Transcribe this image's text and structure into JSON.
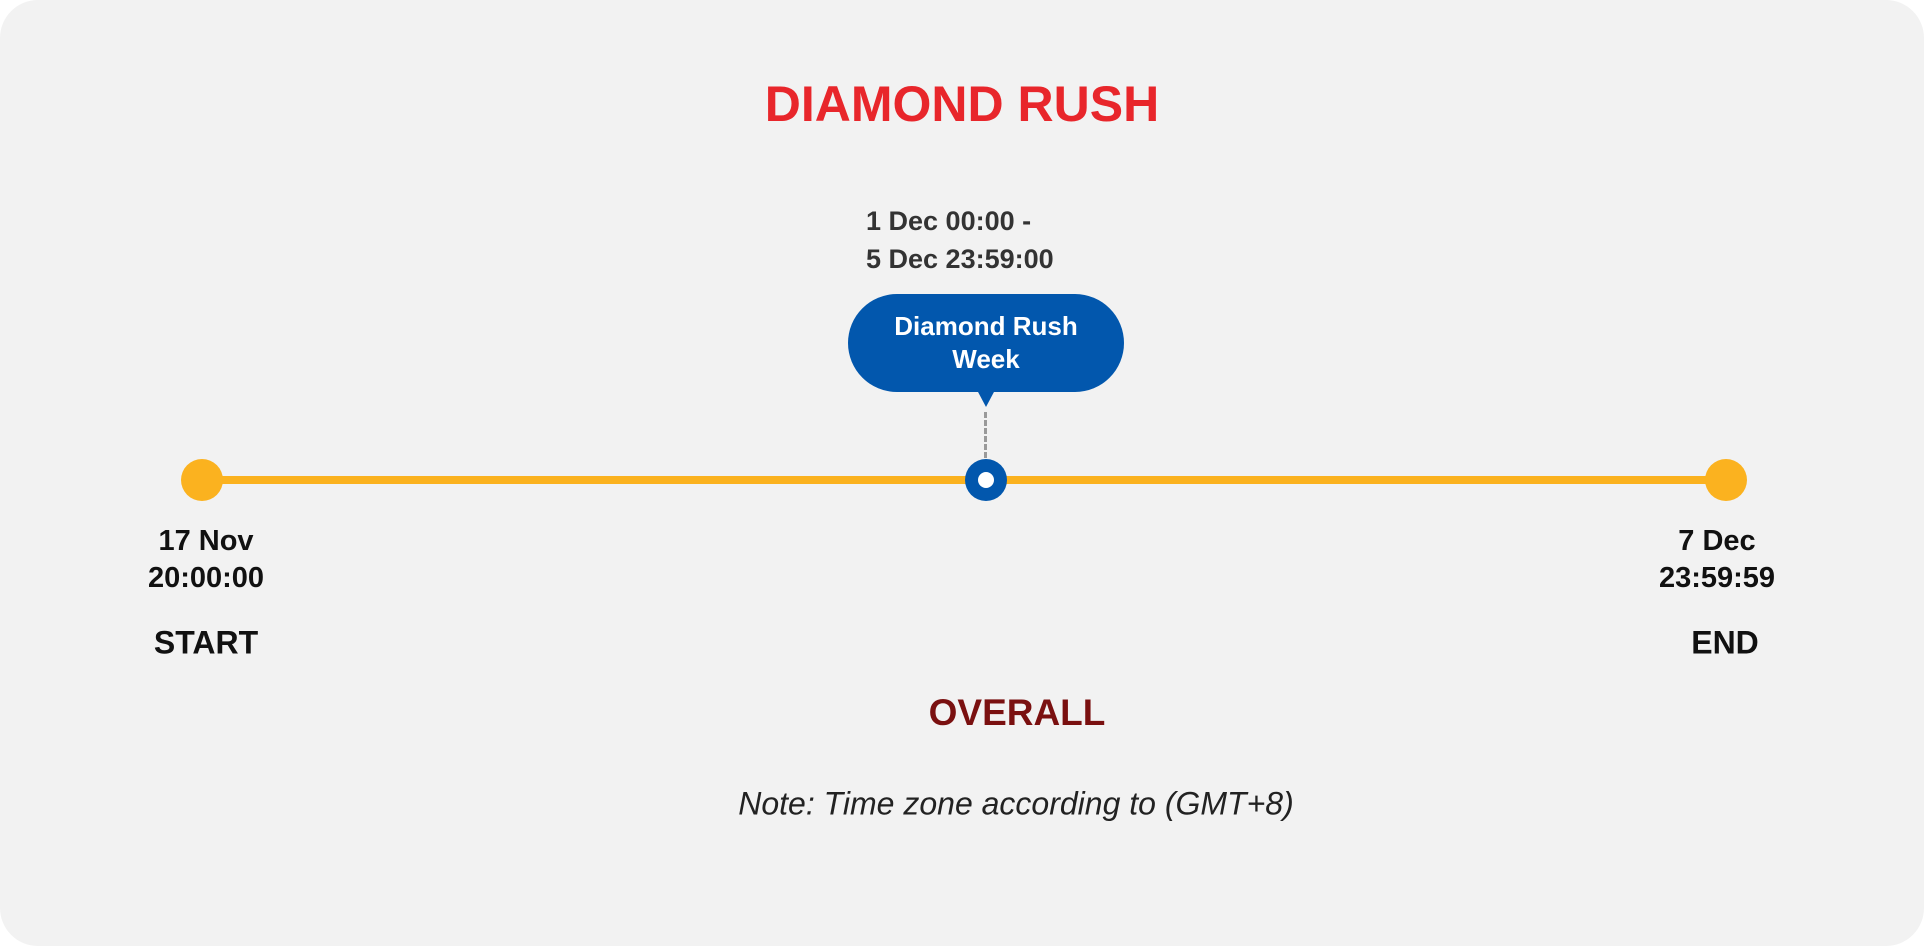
{
  "title": "DIAMOND RUSH",
  "event": {
    "range_line1": "1 Dec 00:00 -",
    "range_line2": "5 Dec 23:59:00",
    "name_line1": "Diamond Rush",
    "name_line2": "Week"
  },
  "start": {
    "date": "17 Nov",
    "time": "20:00:00",
    "label": "START"
  },
  "end": {
    "date": "7 Dec",
    "time": "23:59:59",
    "label": "END"
  },
  "overall_label": "OVERALL",
  "note": "Note: Time zone according to (GMT+8)",
  "colors": {
    "title": "#e8262b",
    "timeline": "#fbb21f",
    "event": "#0257ad",
    "overall": "#7a1010"
  }
}
